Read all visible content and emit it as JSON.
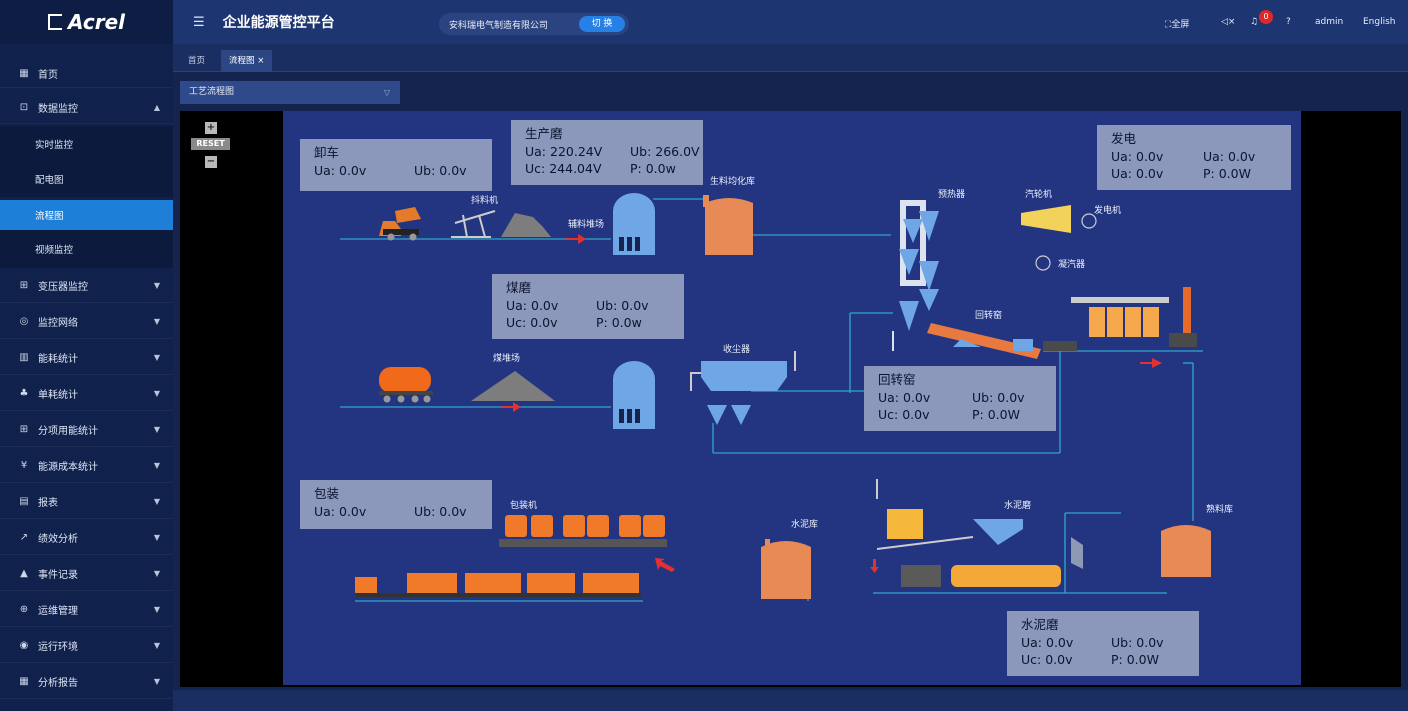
{
  "app": {
    "logo": "Acrel",
    "title": "企业能源管控平台",
    "company": "安科瑞电气制造有限公司",
    "switch": "切 换",
    "fullscreen": "全屏",
    "badge": "0",
    "user": "admin",
    "lang": "English"
  },
  "sidebar": {
    "home": "首页",
    "data_monitor": "数据监控",
    "subs": [
      "实时监控",
      "配电图",
      "流程图",
      "视频监控"
    ],
    "items": [
      "变压器监控",
      "监控网络",
      "能耗统计",
      "单耗统计",
      "分项用能统计",
      "能源成本统计",
      "报表",
      "绩效分析",
      "事件记录",
      "运维管理",
      "运行环境",
      "分析报告"
    ]
  },
  "tabs": {
    "home": "首页",
    "flow": "流程图"
  },
  "selector": "工艺流程图",
  "diagram": {
    "reset": "RESET",
    "unload": {
      "title": "卸车",
      "ua": "Ua: 0.0v",
      "ub": "Ub: 0.0v"
    },
    "mill": {
      "title": "生产磨",
      "ua": "Ua: 220.24V",
      "ub": "Ub: 266.0V",
      "uc": "Uc: 244.04V",
      "p": "P: 0.0w"
    },
    "coal": {
      "title": "煤磨",
      "ua": "Ua: 0.0v",
      "ub": "Ub: 0.0v",
      "uc": "Uc: 0.0v",
      "p": "P: 0.0w"
    },
    "power": {
      "title": "发电",
      "ua": "Ua: 0.0v",
      "ub": "Ua:  0.0v",
      "uc": "Ua: 0.0v",
      "p": "P: 0.0W"
    },
    "kiln": {
      "title": "回转窑",
      "ua": "Ua: 0.0v",
      "ub": "Ub: 0.0v",
      "uc": "Uc: 0.0v",
      "p": "P:  0.0W"
    },
    "pack": {
      "title": "包装",
      "ua": "Ua: 0.0v",
      "ub": "Ub: 0.0v"
    },
    "cement": {
      "title": "水泥磨",
      "ua": "Ua:  0.0v",
      "ub": "Ub:  0.0v",
      "uc": "Uc:  0.0v",
      "p": "P: 0.0W"
    },
    "labels": {
      "feeder": "抖料机",
      "aux": "辅料堆场",
      "raw": "生料均化库",
      "preheat": "预热器",
      "turbine": "汽轮机",
      "gen": "发电机",
      "cond": "凝汽器",
      "kiln": "回转窑",
      "coalyard": "煤堆场",
      "dust": "收尘器",
      "packer": "包装机",
      "cemstore": "水泥库",
      "cemmill": "水泥磨",
      "clinker": "熟料库"
    }
  }
}
